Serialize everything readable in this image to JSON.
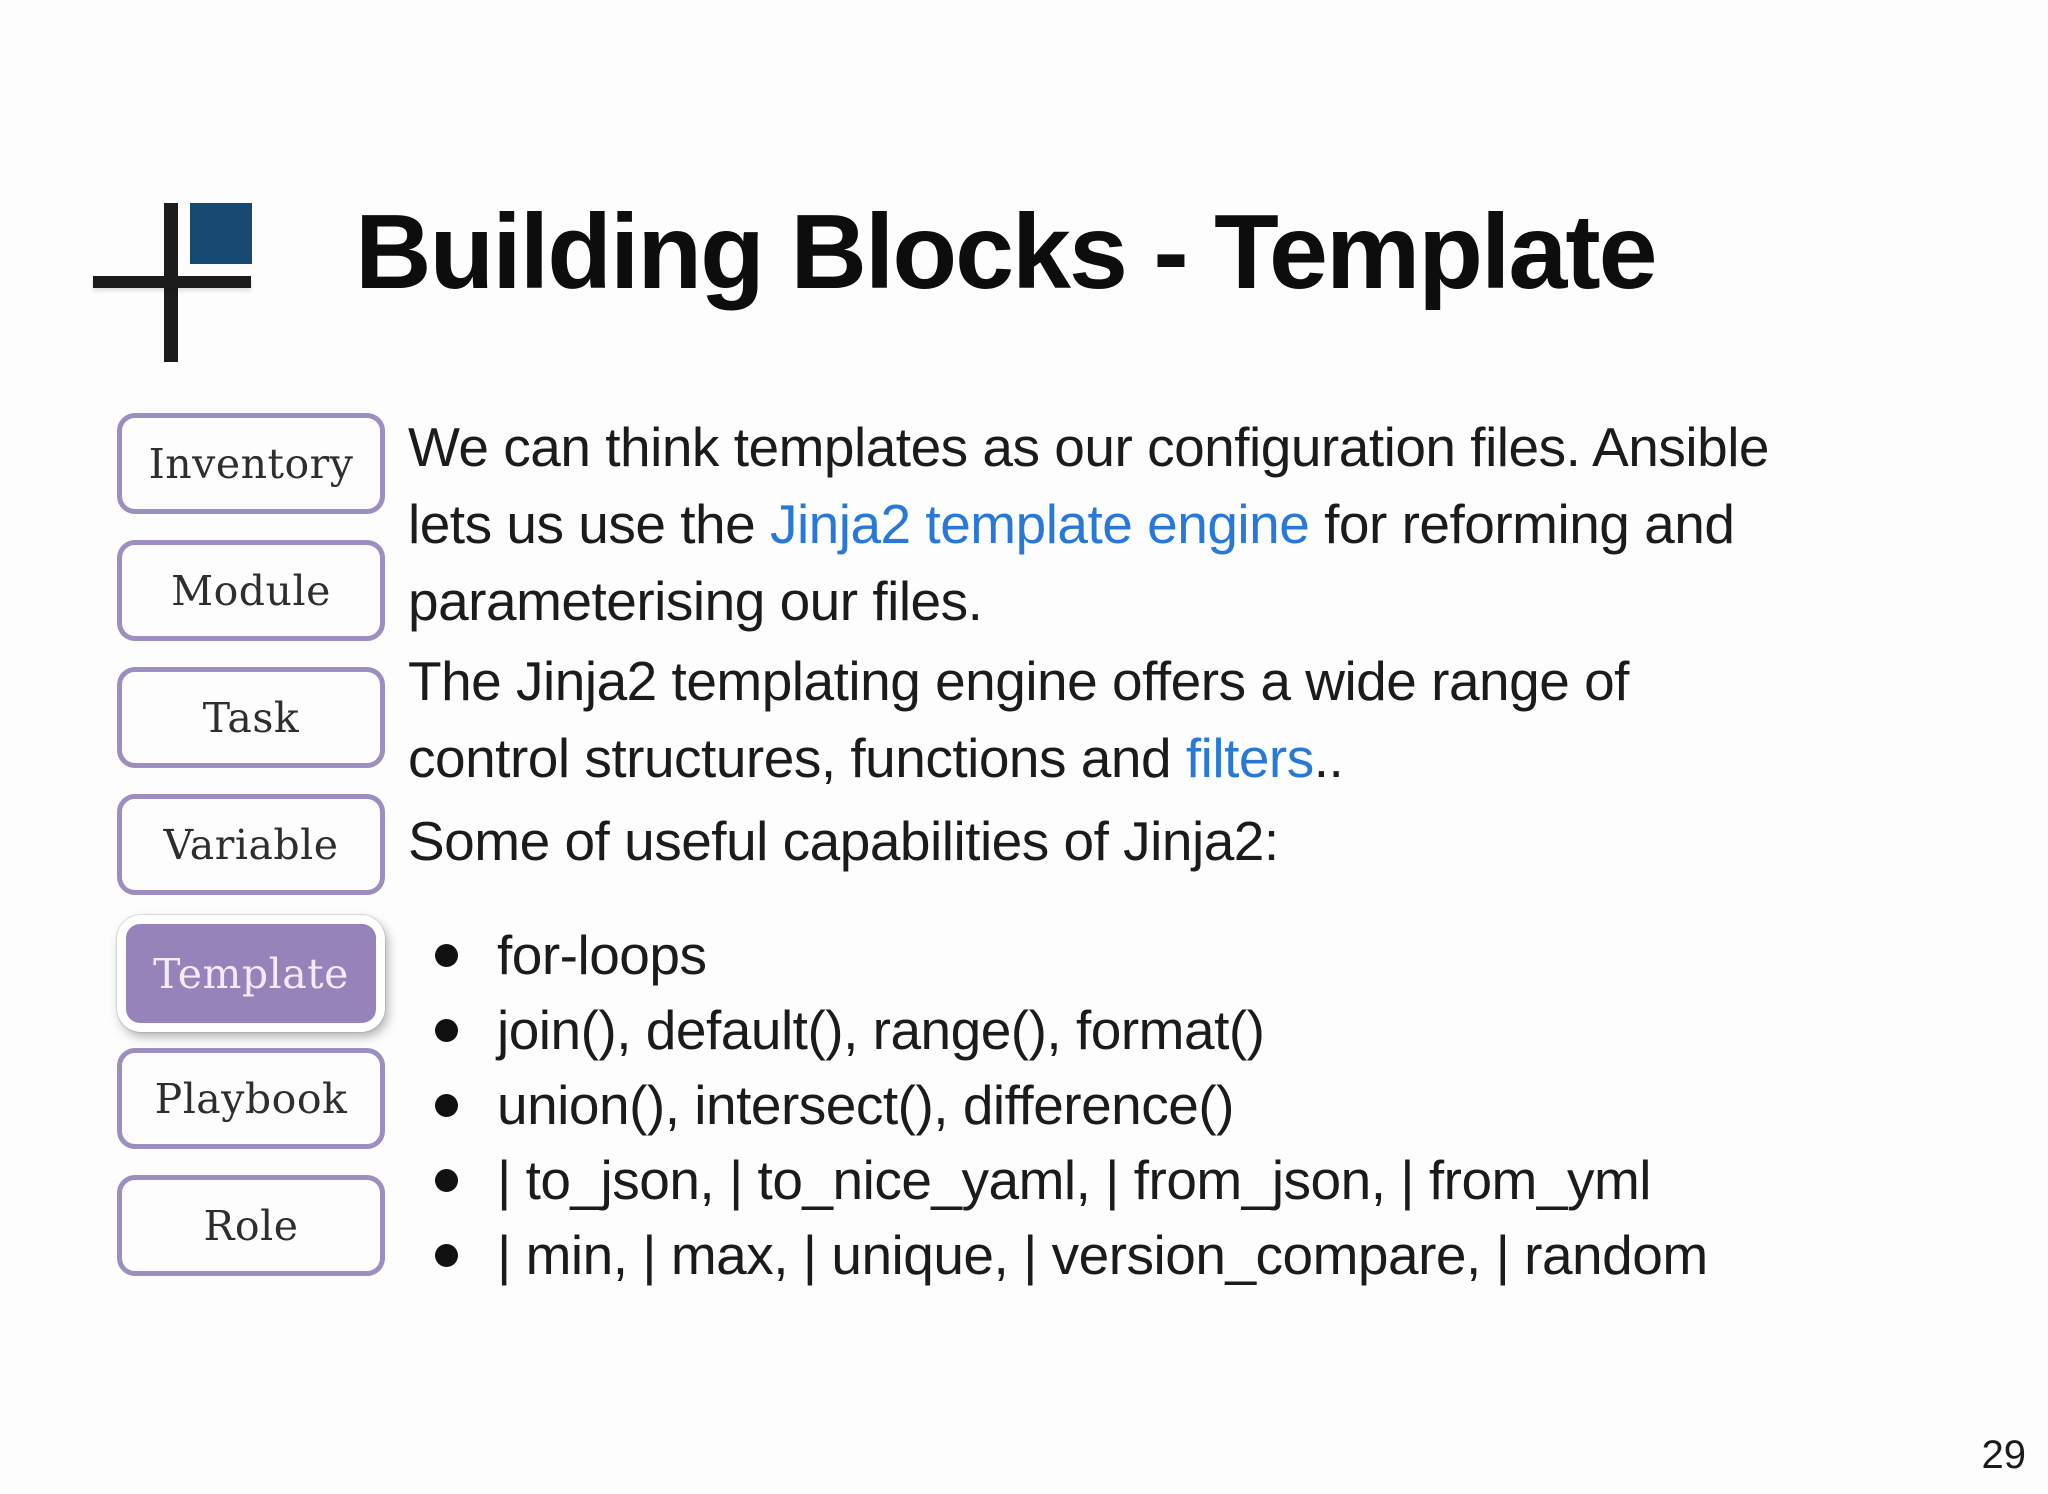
{
  "title": "Building Blocks - Template",
  "page": {
    "number": "29",
    "background": "#fdfdfd"
  },
  "logo": {
    "name": "plus-cross-logo",
    "cross_color": "#1c1c1c",
    "square_color": "#164a72"
  },
  "sidebar": {
    "border_color": "#9c8fc0",
    "active_fill": "#9583ba",
    "items": [
      {
        "label": "Inventory",
        "active": false
      },
      {
        "label": "Module",
        "active": false
      },
      {
        "label": "Task",
        "active": false
      },
      {
        "label": "Variable",
        "active": false
      },
      {
        "label": "Template",
        "active": true
      },
      {
        "label": "Playbook",
        "active": false
      },
      {
        "label": "Role",
        "active": false
      }
    ]
  },
  "content": {
    "text_color": "#1b1b1d",
    "link_color": "#2878d8",
    "paragraphs": [
      {
        "lines": [
          [
            {
              "t": "We can think templates as our configuration files. Ansible"
            }
          ],
          [
            {
              "t": "lets us use the "
            },
            {
              "t": "Jinja2 template engine",
              "link": true
            },
            {
              "t": " for reforming and"
            }
          ],
          [
            {
              "t": "parameterising our files."
            }
          ]
        ]
      },
      {
        "lines": [
          [
            {
              "t": "The Jinja2 templating engine offers a wide range of"
            }
          ],
          [
            {
              "t": "control structures, functions and "
            },
            {
              "t": "filters",
              "link": true
            },
            {
              "t": ".."
            }
          ]
        ]
      },
      {
        "lines": [
          [
            {
              "t": "Some of useful capabilities of Jinja2:"
            }
          ]
        ]
      }
    ],
    "bullets": [
      "for-loops",
      "join(), default(), range(), format()",
      "union(), intersect(), difference()",
      "| to_json, | to_nice_yaml, | from_json, | from_yml",
      "| min, | max, | unique, | version_compare, | random"
    ]
  }
}
